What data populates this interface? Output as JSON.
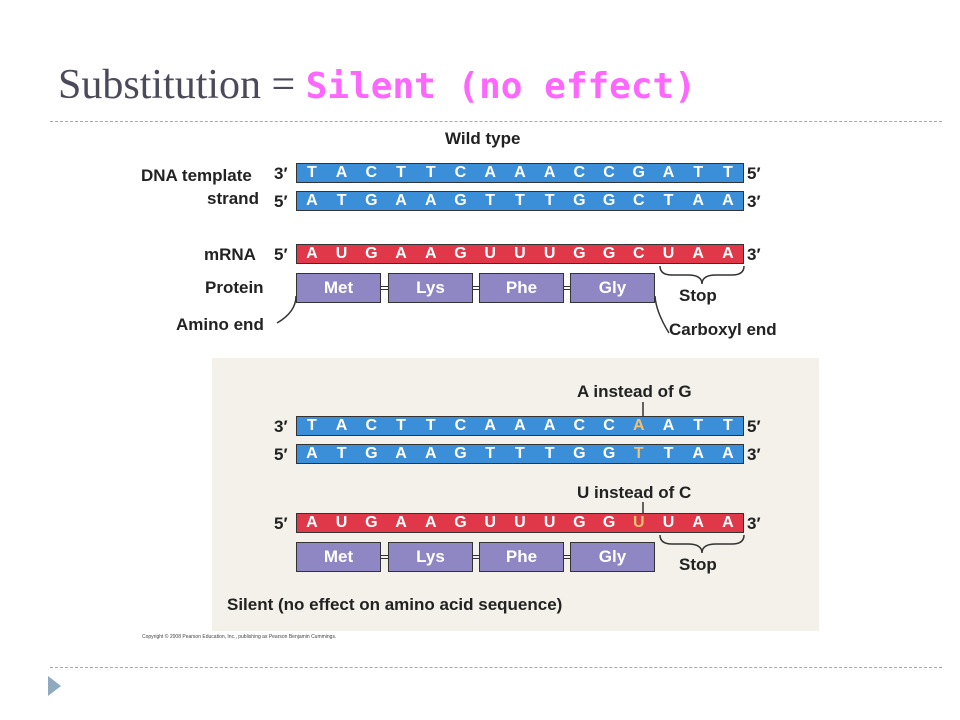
{
  "title": {
    "prefix": "Substitution = ",
    "highlight": "Silent (no effect)"
  },
  "wild_type": {
    "heading": "Wild type",
    "dna_template_label": "DNA template",
    "strand_label": "strand",
    "template_ends": [
      "3′",
      "5′"
    ],
    "template_bases": [
      "T",
      "A",
      "C",
      "T",
      "T",
      "C",
      "A",
      "A",
      "A",
      "C",
      "C",
      "G",
      "A",
      "T",
      "T"
    ],
    "coding_ends": [
      "5′",
      "3′"
    ],
    "coding_bases": [
      "A",
      "T",
      "G",
      "A",
      "A",
      "G",
      "T",
      "T",
      "T",
      "G",
      "G",
      "C",
      "T",
      "A",
      "A"
    ],
    "mrna_label": "mRNA",
    "mrna_ends": [
      "5′",
      "3′"
    ],
    "mrna_bases": [
      "A",
      "U",
      "G",
      "A",
      "A",
      "G",
      "U",
      "U",
      "U",
      "G",
      "G",
      "C",
      "U",
      "A",
      "A"
    ],
    "protein_label": "Protein",
    "amino_acids": [
      "Met",
      "Lys",
      "Phe",
      "Gly"
    ],
    "stop_label": "Stop",
    "amino_end_label": "Amino end",
    "carboxyl_end_label": "Carboxyl end"
  },
  "mutant": {
    "dna_change_label": "A instead of G",
    "template_ends": [
      "3′",
      "5′"
    ],
    "template_bases": [
      "T",
      "A",
      "C",
      "T",
      "T",
      "C",
      "A",
      "A",
      "A",
      "C",
      "C",
      "A",
      "A",
      "T",
      "T"
    ],
    "coding_ends": [
      "5′",
      "3′"
    ],
    "coding_bases": [
      "A",
      "T",
      "G",
      "A",
      "A",
      "G",
      "T",
      "T",
      "T",
      "G",
      "G",
      "T",
      "T",
      "A",
      "A"
    ],
    "mrna_change_label": "U instead of C",
    "mrna_ends": [
      "5′",
      "3′"
    ],
    "mrna_bases": [
      "A",
      "U",
      "G",
      "A",
      "A",
      "G",
      "U",
      "U",
      "U",
      "G",
      "G",
      "U",
      "U",
      "A",
      "A"
    ],
    "amino_acids": [
      "Met",
      "Lys",
      "Phe",
      "Gly"
    ],
    "stop_label": "Stop",
    "caption": "Silent (no effect on amino acid sequence)"
  },
  "copyright": "Copyright © 2008 Pearson Education, Inc., publishing as Pearson Benjamin Cummings.",
  "colors": {
    "dna": "#3b8fd9",
    "mrna": "#e03848",
    "protein": "#8f86c4",
    "mutation": "#f2c170",
    "title_accent": "#ff66ff"
  }
}
